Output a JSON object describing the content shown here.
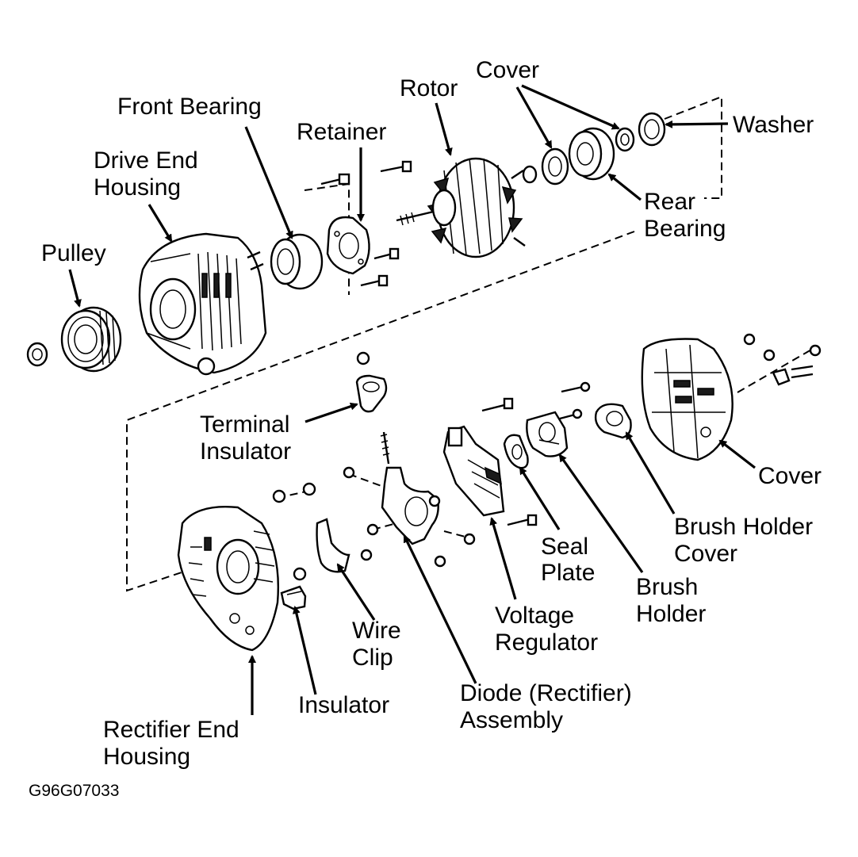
{
  "labels": {
    "front_bearing": "Front Bearing",
    "rotor": "Rotor",
    "cover_top": "Cover",
    "retainer": "Retainer",
    "washer": "Washer",
    "drive_end_1": "Drive End",
    "drive_end_2": "Housing",
    "rear_bearing_1": "Rear",
    "rear_bearing_2": "Bearing",
    "pulley": "Pulley",
    "terminal_1": "Terminal",
    "terminal_2": "Insulator",
    "cover_right": "Cover",
    "brush_holder_cover_1": "Brush Holder",
    "brush_holder_cover_2": "Cover",
    "seal_plate_1": "Seal",
    "seal_plate_2": "Plate",
    "brush_holder_1": "Brush",
    "brush_holder_2": "Holder",
    "voltage_reg_1": "Voltage",
    "voltage_reg_2": "Regulator",
    "wire_clip_1": "Wire",
    "wire_clip_2": "Clip",
    "diode_1": "Diode (Rectifier)",
    "diode_2": "Assembly",
    "insulator": "Insulator",
    "rectifier_end_1": "Rectifier End",
    "rectifier_end_2": "Housing"
  },
  "figure_code": "G96G07033"
}
